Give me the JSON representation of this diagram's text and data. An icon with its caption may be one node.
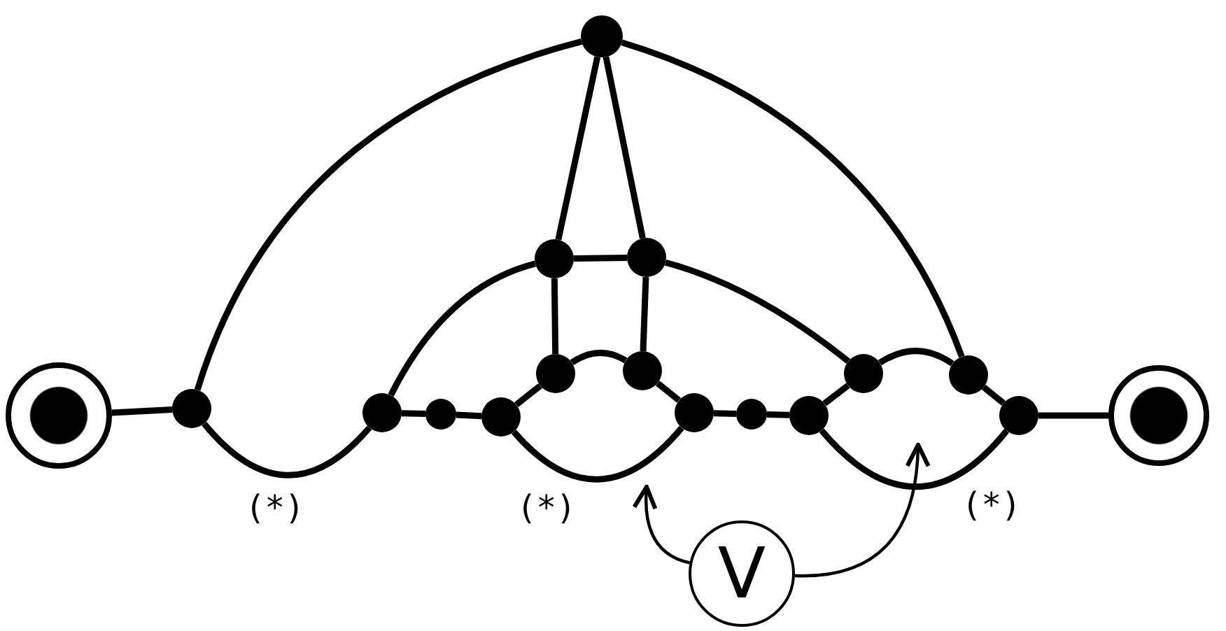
{
  "diagram": {
    "nodes": [
      {
        "text": [],
        "shape": "circle"
      },
      {
        "text": [],
        "shape": "circle"
      },
      {
        "text": [],
        "shape": "circle"
      },
      {
        "text": [],
        "shape": "circle"
      },
      {
        "text": [],
        "shape": "circle"
      },
      {
        "text": [],
        "shape": "circle"
      },
      {
        "text": [],
        "shape": "circle"
      },
      {
        "text": [],
        "shape": "circle"
      },
      {
        "text": [],
        "shape": "circle"
      },
      {
        "text": [],
        "shape": "circle"
      },
      {
        "text": [],
        "shape": "circle"
      },
      {
        "text": [],
        "shape": "circle"
      },
      {
        "text": [],
        "shape": "circle"
      },
      {
        "text": [],
        "shape": "circle"
      },
      {
        "text": [],
        "shape": "circle"
      },
      {
        "text": [],
        "shape": "circle"
      },
      {
        "text": [],
        "shape": "circle"
      },
      {
        "text": [
          "V"
        ]
      }
    ],
    "edges": [
      {
        "from": 0,
        "to": 1,
        "arrow": "none"
      },
      {
        "from": 1,
        "to": 14,
        "arrow": "none"
      },
      {
        "from": 1,
        "to": 2,
        "arrow": "none",
        "label": "(*)"
      },
      {
        "from": 2,
        "to": 3,
        "arrow": "none"
      },
      {
        "from": 3,
        "to": 4,
        "arrow": "none"
      },
      {
        "from": 2,
        "to": 15,
        "arrow": "none"
      },
      {
        "from": 4,
        "to": 5,
        "arrow": "none"
      },
      {
        "from": 4,
        "to": 7,
        "arrow": "none",
        "label": "(*)"
      },
      {
        "from": 5,
        "to": 6,
        "arrow": "none"
      },
      {
        "from": 5,
        "to": 15,
        "arrow": "none"
      },
      {
        "from": 6,
        "to": 16,
        "arrow": "none"
      },
      {
        "from": 6,
        "to": 7,
        "arrow": "none"
      },
      {
        "from": 15,
        "to": 16,
        "arrow": "none"
      },
      {
        "from": 15,
        "to": 14,
        "arrow": "none"
      },
      {
        "from": 16,
        "to": 14,
        "arrow": "none"
      },
      {
        "from": 16,
        "to": 10,
        "arrow": "none"
      },
      {
        "from": 7,
        "to": 8,
        "arrow": "none"
      },
      {
        "from": 8,
        "to": 9,
        "arrow": "none"
      },
      {
        "from": 9,
        "to": 10,
        "arrow": "none"
      },
      {
        "from": 9,
        "to": 12,
        "arrow": "none",
        "label": "(*)"
      },
      {
        "from": 10,
        "to": 11,
        "arrow": "none"
      },
      {
        "from": 11,
        "to": 14,
        "arrow": "none"
      },
      {
        "from": 11,
        "to": 12,
        "arrow": "none"
      },
      {
        "from": 12,
        "to": 13,
        "arrow": "none"
      },
      {
        "from": 17,
        "to": null,
        "arrow": "to"
      },
      {
        "from": 17,
        "to": null,
        "arrow": "to"
      }
    ]
  }
}
